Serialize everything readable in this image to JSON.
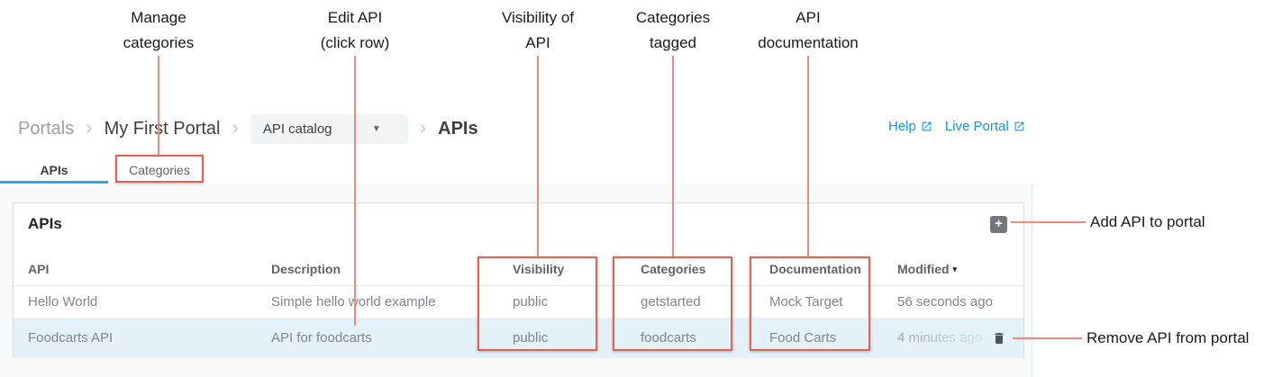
{
  "annotations": {
    "top": [
      {
        "line1": "Manage",
        "line2": "categories"
      },
      {
        "line1": "Edit API",
        "line2": "(click row)"
      },
      {
        "line1": "Visibility of",
        "line2": "API"
      },
      {
        "line1": "Categories",
        "line2": "tagged"
      },
      {
        "line1": "API",
        "line2": "documentation"
      }
    ],
    "right": [
      {
        "label": "Add API to portal"
      },
      {
        "label": "Remove API from portal"
      }
    ]
  },
  "breadcrumb": {
    "root": "Portals",
    "portal": "My First Portal",
    "dropdown_value": "API catalog",
    "current": "APIs"
  },
  "top_links": {
    "help": "Help",
    "live_portal": "Live Portal"
  },
  "tabs": [
    {
      "label": "APIs",
      "active": true
    },
    {
      "label": "Categories",
      "active": false
    }
  ],
  "panel": {
    "title": "APIs",
    "add_button_label": "+"
  },
  "table": {
    "headers": [
      "API",
      "Description",
      "Visibility",
      "Categories",
      "Documentation",
      "Modified"
    ],
    "sort_indicator": "▾",
    "rows": [
      {
        "api": "Hello World",
        "description": "Simple hello world example",
        "visibility": "public",
        "categories": "getstarted",
        "documentation": "Mock Target",
        "modified": "56 seconds ago"
      },
      {
        "api": "Foodcarts API",
        "description": "API for foodcarts",
        "visibility": "public",
        "categories": "foodcarts",
        "documentation": "Food Carts",
        "modified": "4 minutes ago"
      }
    ]
  },
  "colors": {
    "annotation_red": "#e5604e",
    "annotation_line": "#f08a7b",
    "link_blue": "#1a94d6",
    "tab_underline_blue": "#2aa7e0",
    "row_highlight": "#e4f1f9"
  }
}
